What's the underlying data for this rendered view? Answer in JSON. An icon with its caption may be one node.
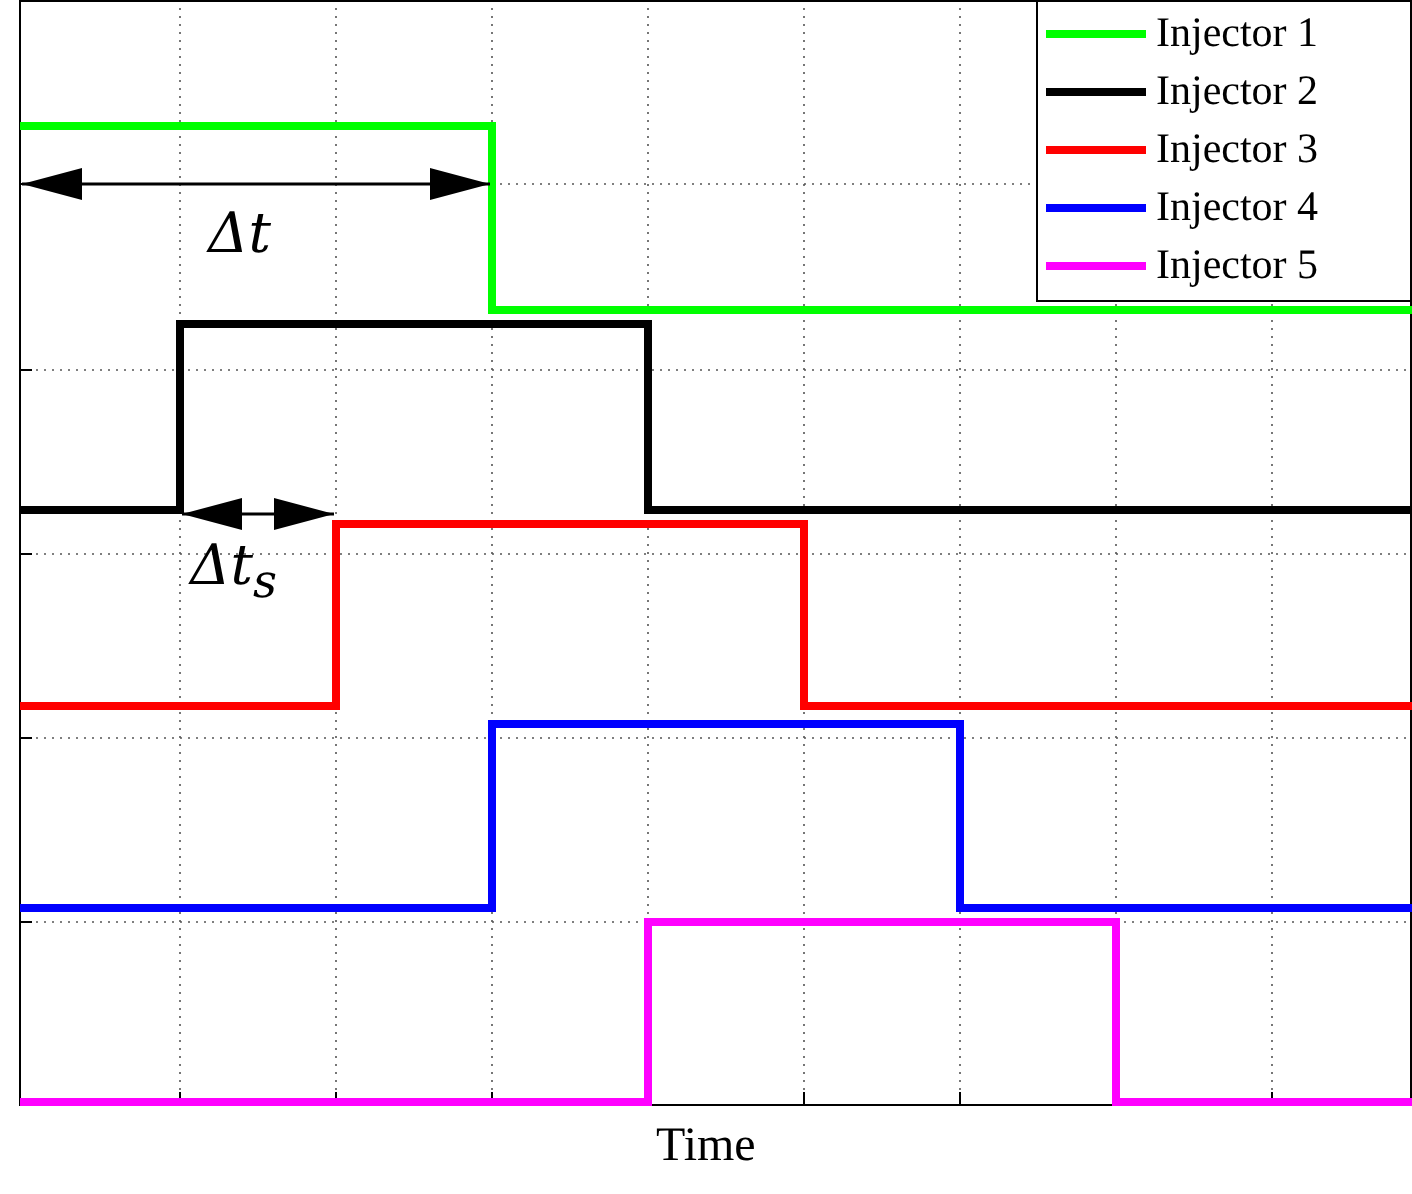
{
  "diagram": {
    "labels": [
      "Δt",
      "Δt$_{s}$",
      "Time"
    ],
    "legend": [
      {
        "text": "Injector 1",
        "color": "#00ff00"
      },
      {
        "text": "Injector 2",
        "color": "#000000"
      },
      {
        "text": "Injector 3",
        "color": "#ff0000"
      },
      {
        "text": "Injector 4",
        "color": "#0000ff"
      },
      {
        "text": "Injector 5",
        "color": "#ff00ff"
      }
    ]
  }
}
